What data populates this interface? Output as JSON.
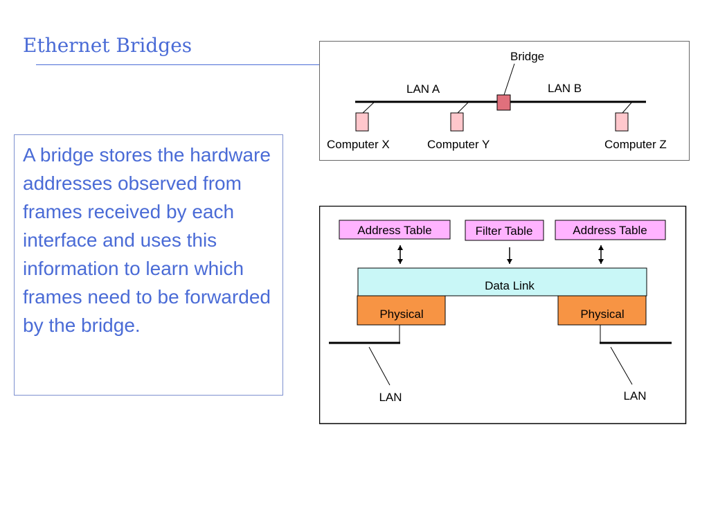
{
  "slide": {
    "title": "Ethernet Bridges",
    "body": "A bridge stores the hardware addresses observed from frames received by each interface and uses this information to learn which frames need to be forwarded by the bridge."
  },
  "topology": {
    "bridge_label": "Bridge",
    "lan_a": "LAN A",
    "lan_b": "LAN B",
    "computer_x": "Computer X",
    "computer_y": "Computer Y",
    "computer_z": "Computer Z"
  },
  "architecture": {
    "address_table_left": "Address Table",
    "filter_table": "Filter Table",
    "address_table_right": "Address Table",
    "data_link": "Data Link",
    "physical_left": "Physical",
    "physical_right": "Physical",
    "lan_left": "LAN",
    "lan_right": "LAN"
  },
  "colors": {
    "title": "#4a6bd6",
    "computer": "#ffc7cc",
    "bridge": "#e0707c",
    "table": "#ffb3ff",
    "data_link": "#c9f7f7",
    "physical": "#f79444"
  }
}
